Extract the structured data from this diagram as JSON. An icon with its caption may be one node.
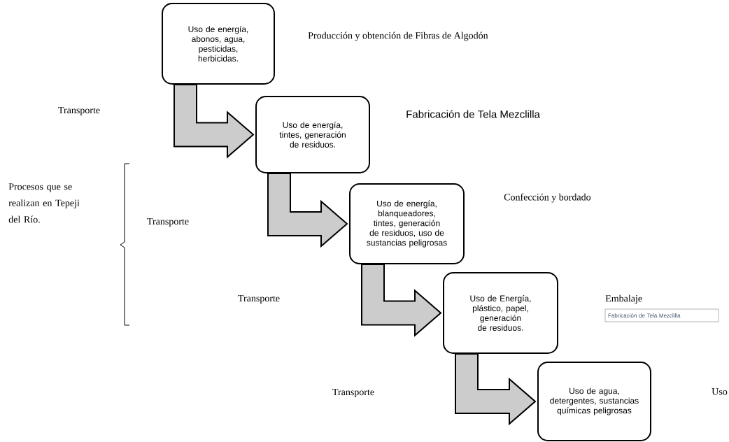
{
  "diagram": {
    "nodes": [
      {
        "text": [
          "Uso de energía, abonos, agua, pesticidas, herbicidas."
        ]
      },
      {
        "text": [
          "Uso de energía, tintes, generación de residuos."
        ]
      },
      {
        "text": [
          "Uso de energía, blanqueadores, tintes, generación de residuos, uso de sustancias peligrosas"
        ]
      },
      {
        "text": [
          "Uso de Energía, plástico, papel, generación de residuos."
        ]
      },
      {
        "text": [
          "Uso de agua, detergentes, sustancias químicas peligrosas"
        ]
      },
      {
        "text": [
          "Fabricación de Tela Mezclilla"
        ]
      }
    ],
    "edges": [
      {
        "from": 0,
        "to": 1,
        "arrow": "to"
      },
      {
        "from": 1,
        "to": 2,
        "arrow": "to"
      },
      {
        "from": 2,
        "to": 3,
        "arrow": "to"
      },
      {
        "from": 3,
        "to": 4,
        "arrow": "to"
      }
    ],
    "labels": [
      "Producción y obtención de Fibras de Algodón",
      "Transporte",
      "Fabricación de Tela Mezclilla",
      "Procesos que se realizan en Tepeji del Río.",
      "Transporte",
      "Confección y bordado",
      "Transporte",
      "Embalaje",
      "Transporte",
      "Uso"
    ]
  }
}
